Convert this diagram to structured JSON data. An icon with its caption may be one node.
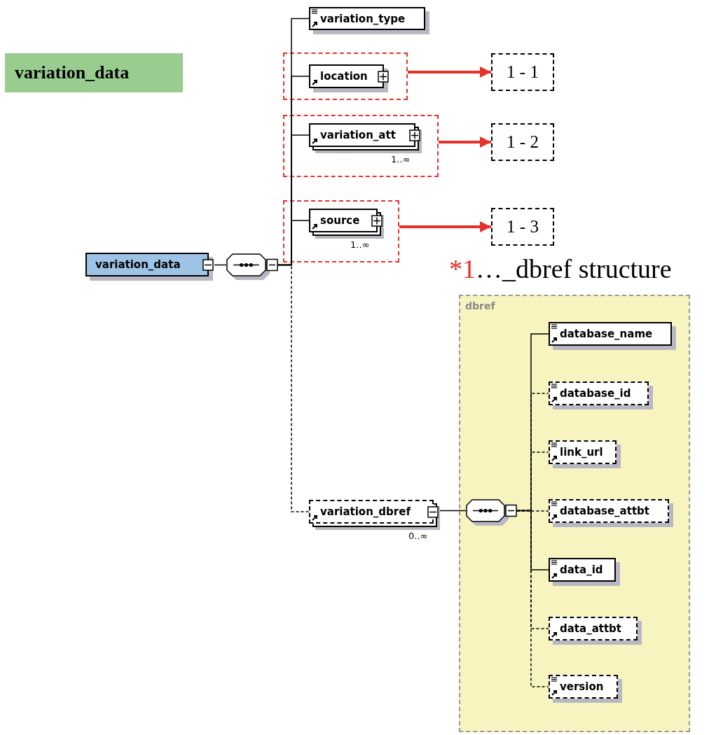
{
  "diagram": {
    "nodes": [
      {
        "text": [
          "variation_data"
        ]
      },
      {
        "text": [
          "variation_data"
        ]
      },
      {
        "text": [],
        "shape": "octagon"
      },
      {
        "text": [
          "variation_type"
        ]
      },
      {
        "text": [],
        "shape": "box"
      },
      {
        "text": [
          "location"
        ],
        "in": 4
      },
      {
        "text": [
          "1 - 1"
        ]
      },
      {
        "text": [],
        "shape": "box"
      },
      {
        "text": [
          "variation_att"
        ],
        "in": 7,
        "beside": [
          "1..∞"
        ]
      },
      {
        "text": [
          "1 - 2"
        ]
      },
      {
        "text": [],
        "shape": "box"
      },
      {
        "text": [
          "source"
        ],
        "in": 10,
        "beside": [
          "1..∞"
        ]
      },
      {
        "text": [
          "1 - 3"
        ]
      },
      {
        "text": [
          "variation_dbref"
        ],
        "beside": [
          "0..∞"
        ]
      },
      {
        "text": [
          "dbref"
        ]
      },
      {
        "text": [],
        "shape": "octagon",
        "in": 14
      },
      {
        "text": [
          "database_name"
        ],
        "in": 14
      },
      {
        "text": [
          "database_id"
        ],
        "in": 14
      },
      {
        "text": [
          "link_url"
        ],
        "in": 14
      },
      {
        "text": [
          "database_attbt"
        ],
        "in": 14
      },
      {
        "text": [
          "data_id"
        ],
        "in": 14
      },
      {
        "text": [
          "data_attbt"
        ],
        "in": 14
      },
      {
        "text": [
          "version"
        ],
        "in": 14
      }
    ],
    "edges": [
      {
        "from": 1,
        "to": 2,
        "arrow": "none"
      },
      {
        "from": 2,
        "to": 3,
        "arrow": "none"
      },
      {
        "from": 2,
        "to": 5,
        "arrow": "none"
      },
      {
        "from": 2,
        "to": 8,
        "arrow": "none"
      },
      {
        "from": 2,
        "to": 11,
        "arrow": "none"
      },
      {
        "from": 2,
        "to": 13,
        "arrow": "none",
        "style": "dashed"
      },
      {
        "from": 4,
        "to": 6,
        "arrow": "to",
        "style": "thick",
        "color": "#e8302a"
      },
      {
        "from": 7,
        "to": 9,
        "arrow": "to",
        "style": "thick",
        "color": "#e8302a"
      },
      {
        "from": 10,
        "to": 12,
        "arrow": "to",
        "style": "thick",
        "color": "#e8302a"
      },
      {
        "from": 13,
        "to": 15,
        "arrow": "none"
      },
      {
        "from": 15,
        "to": 16,
        "arrow": "none"
      },
      {
        "from": 15,
        "to": 17,
        "arrow": "none",
        "style": "dashed"
      },
      {
        "from": 15,
        "to": 18,
        "arrow": "none",
        "style": "dashed"
      },
      {
        "from": 15,
        "to": 19,
        "arrow": "none",
        "style": "dashed"
      },
      {
        "from": 15,
        "to": 20,
        "arrow": "none"
      },
      {
        "from": 15,
        "to": 21,
        "arrow": "none",
        "style": "dashed"
      },
      {
        "from": 15,
        "to": 22,
        "arrow": "none",
        "style": "dashed"
      }
    ],
    "labels": [
      "*1",
      "…_dbref structure"
    ]
  }
}
